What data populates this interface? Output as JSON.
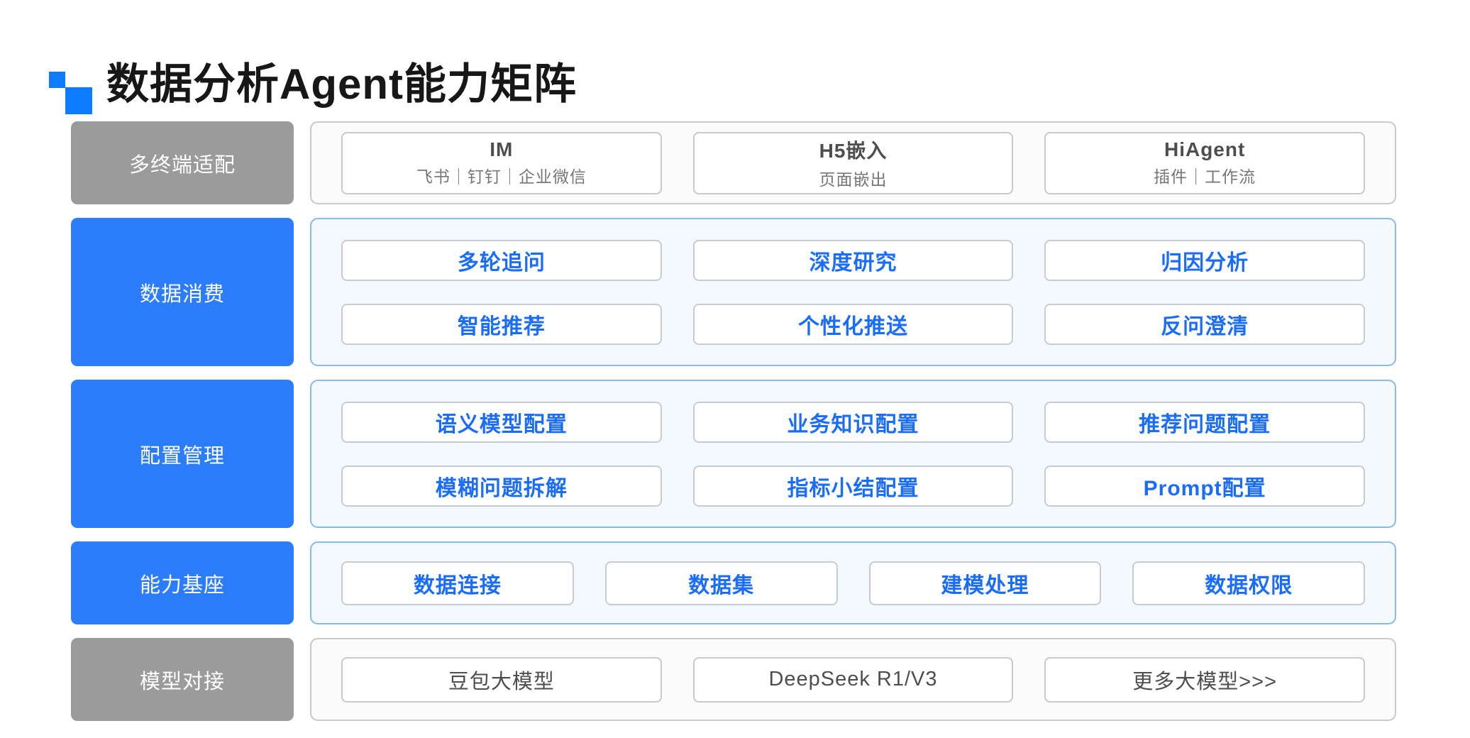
{
  "title": "数据分析Agent能力矩阵",
  "colors": {
    "accent_blue": "#2B7DFC",
    "label_gray": "#9B9B9B",
    "feature_text_blue": "#1A6CFA",
    "panel_blue_bg": "#F3F9FE",
    "panel_blue_border": "#85BAF3",
    "panel_gray_bg": "#FBFBFB",
    "panel_gray_border": "#C9C9C9",
    "logo_blue": "#0D7BFD"
  },
  "rows": [
    {
      "id": "multi-terminal",
      "label": "多终端适配",
      "style": "gray",
      "items": [
        {
          "title": "IM",
          "subtitle": "飞书｜钉钉｜企业微信"
        },
        {
          "title": "H5嵌入",
          "subtitle": "页面嵌出"
        },
        {
          "title": "HiAgent",
          "subtitle": "插件｜工作流"
        }
      ]
    },
    {
      "id": "data-consumption",
      "label": "数据消费",
      "style": "blue",
      "items": [
        "多轮追问",
        "深度研究",
        "归因分析",
        "智能推荐",
        "个性化推送",
        "反问澄清"
      ]
    },
    {
      "id": "config-management",
      "label": "配置管理",
      "style": "blue",
      "items": [
        "语义模型配置",
        "业务知识配置",
        "推荐问题配置",
        "模糊问题拆解",
        "指标小结配置",
        "Prompt配置"
      ]
    },
    {
      "id": "capability-base",
      "label": "能力基座",
      "style": "blue",
      "items": [
        "数据连接",
        "数据集",
        "建模处理",
        "数据权限"
      ]
    },
    {
      "id": "model-integration",
      "label": "模型对接",
      "style": "gray",
      "items": [
        "豆包大模型",
        "DeepSeek R1/V3",
        "更多大模型>>>"
      ]
    }
  ]
}
